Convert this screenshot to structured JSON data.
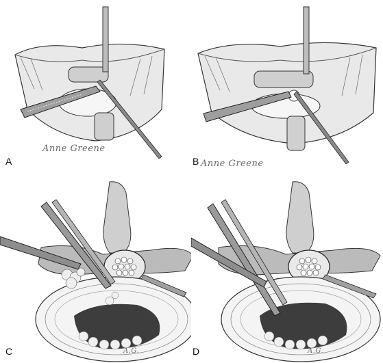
{
  "figure": {
    "panels": [
      {
        "label": "A",
        "signature": "Anne Greene"
      },
      {
        "label": "B",
        "signature": "Anne Greene"
      },
      {
        "label": "C",
        "signature": "A.G."
      },
      {
        "label": "D",
        "signature": "A.G."
      }
    ]
  },
  "icons": {
    "retractor": "retractor-icon",
    "forceps": "forceps-icon",
    "rongeur": "rongeur-icon",
    "vertebra": "vertebra-icon",
    "disc": "intervertebral-disc-icon"
  }
}
